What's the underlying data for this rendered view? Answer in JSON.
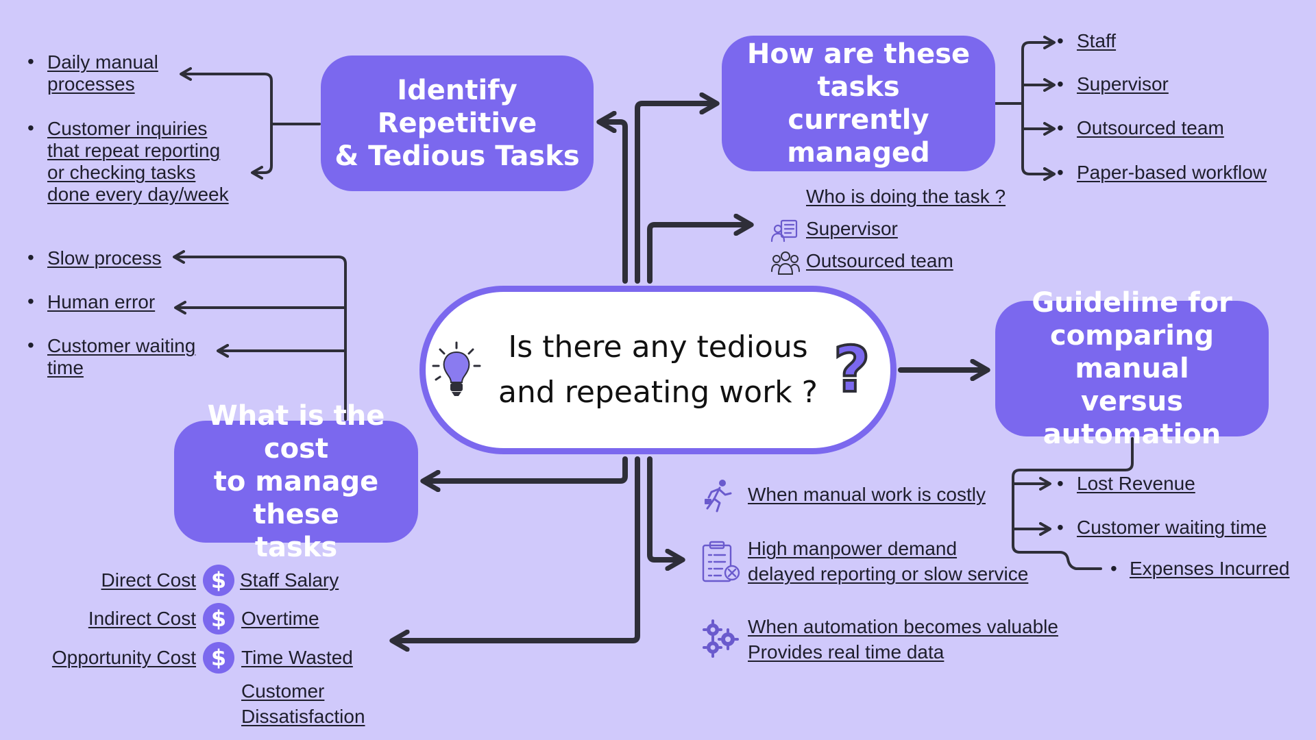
{
  "center": {
    "line1": "Is there any tedious",
    "line2": "and repeating work ?",
    "question_mark": "?"
  },
  "nodes": {
    "identify": {
      "line1": "Identify Repetitive",
      "line2": "& Tedious Tasks"
    },
    "how": {
      "line1": "How are these tasks",
      "line2": "currently managed"
    },
    "guideline": {
      "line1": "Guideline for",
      "line2": "comparing manual",
      "line3": "versus automation"
    },
    "cost": {
      "line1": "What is the cost",
      "line2": "to manage these",
      "line3": "tasks"
    }
  },
  "identify_items": [
    {
      "line1": "Daily manual",
      "line2": "processes"
    },
    {
      "line1": "Customer inquiries",
      "line2": "that repeat reporting",
      "line3": "or checking tasks",
      "line4": "done every day/week"
    }
  ],
  "how_items": [
    "Staff",
    "Supervisor",
    "Outsourced team",
    "Paper-based workflow"
  ],
  "who": {
    "question": "Who is doing the task ?",
    "items": [
      "Supervisor",
      "Outsourced team"
    ]
  },
  "slow_items": [
    "Slow process",
    "Human error",
    {
      "line1": "Customer waiting",
      "line2": "time"
    }
  ],
  "guideline_items": [
    "Lost Revenue",
    "Customer waiting time",
    "Expenses Incurred"
  ],
  "considerations": {
    "costly": "When manual work is costly",
    "manpower": {
      "line1": "High manpower demand",
      "line2": "delayed reporting or slow service"
    },
    "valuable": {
      "line1": "When automation becomes valuable",
      "line2": "Provides real time data"
    }
  },
  "costs": [
    {
      "type": "Direct Cost",
      "item": "Staff Salary"
    },
    {
      "type": "Indirect Cost",
      "item": "Overtime"
    },
    {
      "type": "Opportunity Cost",
      "item": "Time Wasted"
    }
  ],
  "cost_extra": {
    "line1": "Customer",
    "line2": "Dissatisfaction"
  },
  "bullet": "•",
  "dollar": "$",
  "colors": {
    "background": "#d0c9fb",
    "accent": "#7b68ee",
    "line": "#2e2e38",
    "icon": "#6a5acd"
  }
}
